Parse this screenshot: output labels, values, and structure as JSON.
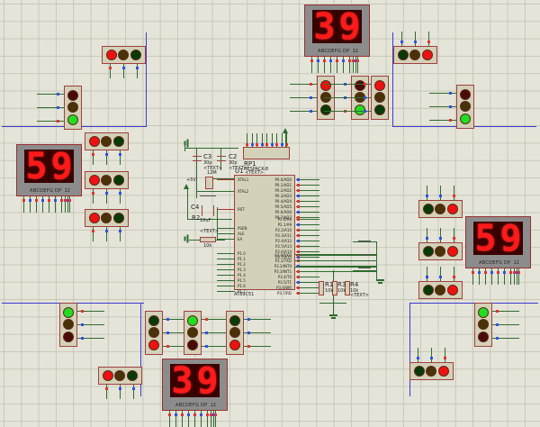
{
  "app": "Proteus ISIS schematic - 8051 traffic light controller",
  "displays": {
    "top": {
      "digits": [
        "3",
        "9"
      ],
      "caption": "ABCDEFG  DP",
      "caption2": "12"
    },
    "left": {
      "digits": [
        "5",
        "9"
      ],
      "caption": "ABCDEFG  DP",
      "caption2": "12"
    },
    "right": {
      "digits": [
        "5",
        "9"
      ],
      "caption": "ABCDEFG  DP",
      "caption2": "12"
    },
    "bottom": {
      "digits": [
        "3",
        "9"
      ],
      "caption": "ABCDEFG  DP",
      "caption2": "12"
    }
  },
  "traffic_lights": {
    "north_h": [
      "red-on",
      "amber-off",
      "green-off"
    ],
    "north_v1": [
      "red-on",
      "amber-off",
      "green-off"
    ],
    "north_v2": [
      "red-off",
      "amber-off",
      "green-on"
    ],
    "north_v3": [
      "red-on",
      "amber-off",
      "green-off"
    ],
    "ne_h": [
      "green-off",
      "amber-off",
      "red-on"
    ],
    "ne_v": [
      "red-off",
      "amber-off",
      "green-on"
    ],
    "nw_h": [
      "red-on",
      "amber-off",
      "green-off"
    ],
    "nw_v": [
      "red-off",
      "amber-off",
      "green-on"
    ],
    "west_1": [
      "red-on",
      "amber-off",
      "green-off"
    ],
    "west_2": [
      "red-on",
      "amber-off",
      "green-off"
    ],
    "west_3": [
      "red-on",
      "amber-off",
      "green-off"
    ],
    "east_1": [
      "green-off",
      "amber-off",
      "red-on"
    ],
    "east_2": [
      "green-off",
      "amber-off",
      "red-on"
    ],
    "east_3": [
      "green-off",
      "amber-off",
      "red-on"
    ],
    "se_v": [
      "green-on",
      "amber-off",
      "red-off"
    ],
    "se_h": [
      "green-off",
      "amber-off",
      "red-on"
    ],
    "south_v1": [
      "green-off",
      "amber-off",
      "red-on"
    ],
    "south_v2": [
      "green-on",
      "amber-off",
      "red-off"
    ],
    "south_v3": [
      "green-off",
      "amber-off",
      "red-on"
    ],
    "sw_v": [
      "green-on",
      "amber-off",
      "red-off"
    ],
    "sw_h": [
      "red-on",
      "amber-off",
      "green-off"
    ]
  },
  "mcu": {
    "ref": "U1",
    "part": "AT89C51",
    "text": "<TEXT>",
    "left_pins": [
      "XTAL1",
      "XTAL2",
      "RST",
      "PSEN",
      "ALE",
      "EA",
      "P1.0",
      "P1.1",
      "P1.2",
      "P1.3",
      "P1.4",
      "P1.5",
      "P1.6",
      "P1.7"
    ],
    "right_pins": [
      "P0.0/AD0",
      "P0.1/AD1",
      "P0.2/AD2",
      "P0.3/AD3",
      "P0.4/AD4",
      "P0.5/AD5",
      "P0.6/AD6",
      "P0.7/AD7",
      "P2.0/A8",
      "P2.1/A9",
      "P2.2/A10",
      "P2.3/A11",
      "P2.4/A12",
      "P2.5/A13",
      "P2.6/A14",
      "P2.7/A15",
      "P3.0/RXD",
      "P3.1/TXD",
      "P3.2/INT0",
      "P3.3/INT1",
      "P3.4/T0",
      "P3.5/T1",
      "P3.6/WR",
      "P3.7/RD"
    ]
  },
  "rpack": {
    "ref": "RP1",
    "part": "RESPACK-8",
    "text": "<TEXT>"
  },
  "components": {
    "c3": {
      "ref": "C3",
      "val": "30p",
      "text": "<TEXT>"
    },
    "c2": {
      "ref": "C2",
      "val": "30p",
      "text": "<TEXT>"
    },
    "x1": {
      "val": "12M"
    },
    "c4": {
      "ref": "C4",
      "val": "10uF"
    },
    "r2": {
      "ref": "R2",
      "val": "10k",
      "text": "<TEXT>"
    },
    "r1": {
      "ref": "R1",
      "val": "10k"
    },
    "r3": {
      "ref": "R3",
      "val": "10k"
    },
    "r4": {
      "ref": "R4",
      "val": "10k",
      "text": "<TEXT>"
    },
    "vcc": "+5V"
  }
}
